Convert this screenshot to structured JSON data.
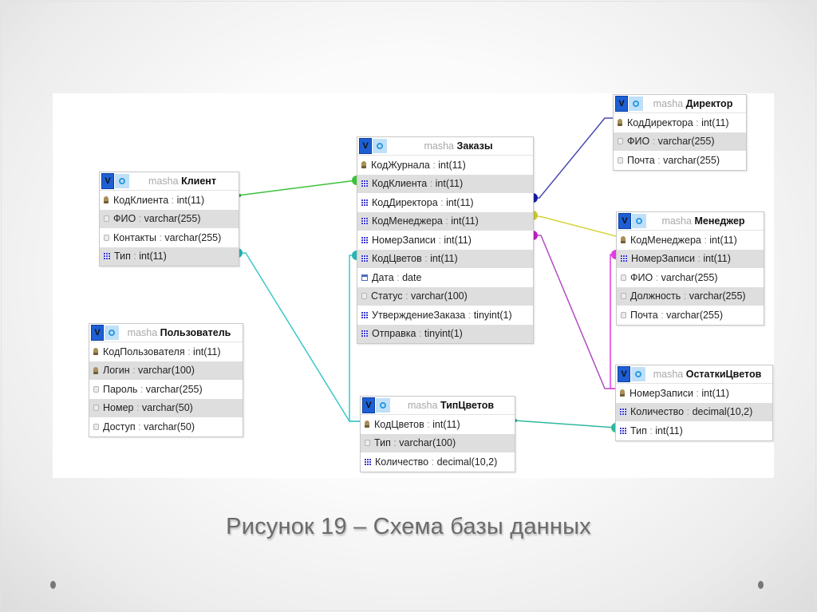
{
  "slide": {
    "caption": "Рисунок 19 – Схема базы данных"
  },
  "diagram": {
    "database": "masha",
    "tables": {
      "klient": {
        "name": "Клиент",
        "columns": [
          {
            "label": "КодКлиента",
            "type": "int(11)",
            "icon": "key"
          },
          {
            "label": "ФИО",
            "type": "varchar(255)",
            "icon": "text"
          },
          {
            "label": "Контакты",
            "type": "varchar(255)",
            "icon": "text"
          },
          {
            "label": "Тип",
            "type": "int(11)",
            "icon": "numeric"
          }
        ]
      },
      "zakazy": {
        "name": "Заказы",
        "columns": [
          {
            "label": "КодЖурнала",
            "type": "int(11)",
            "icon": "key"
          },
          {
            "label": "КодКлиента",
            "type": "int(11)",
            "icon": "numeric"
          },
          {
            "label": "КодДиректора",
            "type": "int(11)",
            "icon": "numeric"
          },
          {
            "label": "КодМенеджера",
            "type": "int(11)",
            "icon": "numeric"
          },
          {
            "label": "НомерЗаписи",
            "type": "int(11)",
            "icon": "numeric"
          },
          {
            "label": "КодЦветов",
            "type": "int(11)",
            "icon": "numeric"
          },
          {
            "label": "Дата",
            "type": "date",
            "icon": "date"
          },
          {
            "label": "Статус",
            "type": "varchar(100)",
            "icon": "text"
          },
          {
            "label": "УтверждениеЗаказа",
            "type": "tinyint(1)",
            "icon": "numeric"
          },
          {
            "label": "Отправка",
            "type": "tinyint(1)",
            "icon": "numeric"
          }
        ]
      },
      "direktor": {
        "name": "Директор",
        "columns": [
          {
            "label": "КодДиректора",
            "type": "int(11)",
            "icon": "key"
          },
          {
            "label": "ФИО",
            "type": "varchar(255)",
            "icon": "text"
          },
          {
            "label": "Почта",
            "type": "varchar(255)",
            "icon": "text"
          }
        ]
      },
      "menedzher": {
        "name": "Менеджер",
        "columns": [
          {
            "label": "КодМенеджера",
            "type": "int(11)",
            "icon": "key"
          },
          {
            "label": "НомерЗаписи",
            "type": "int(11)",
            "icon": "numeric"
          },
          {
            "label": "ФИО",
            "type": "varchar(255)",
            "icon": "text"
          },
          {
            "label": "Должность",
            "type": "varchar(255)",
            "icon": "text"
          },
          {
            "label": "Почта",
            "type": "varchar(255)",
            "icon": "text"
          }
        ]
      },
      "polzovatel": {
        "name": "Пользователь",
        "columns": [
          {
            "label": "КодПользователя",
            "type": "int(11)",
            "icon": "key"
          },
          {
            "label": "Логин",
            "type": "varchar(100)",
            "icon": "key"
          },
          {
            "label": "Пароль",
            "type": "varchar(255)",
            "icon": "text"
          },
          {
            "label": "Номер",
            "type": "varchar(50)",
            "icon": "text"
          },
          {
            "label": "Доступ",
            "type": "varchar(50)",
            "icon": "text"
          }
        ]
      },
      "tiptsvetov": {
        "name": "ТипЦветов",
        "columns": [
          {
            "label": "КодЦветов",
            "type": "int(11)",
            "icon": "key"
          },
          {
            "label": "Тип",
            "type": "varchar(100)",
            "icon": "text"
          },
          {
            "label": "Количество",
            "type": "decimal(10,2)",
            "icon": "numeric"
          }
        ]
      },
      "ostatki": {
        "name": "ОстаткиЦветов",
        "columns": [
          {
            "label": "НомерЗаписи",
            "type": "int(11)",
            "icon": "key"
          },
          {
            "label": "Количество",
            "type": "decimal(10,2)",
            "icon": "numeric"
          },
          {
            "label": "Тип",
            "type": "int(11)",
            "icon": "numeric"
          }
        ]
      }
    },
    "relations": [
      {
        "from": "Клиент.КодКлиента",
        "to": "Заказы.КодКлиента",
        "color": "#3cc23c"
      },
      {
        "from": "Директор.КодДиректора",
        "to": "Заказы.КодДиректора",
        "color": "#4b4bb0"
      },
      {
        "from": "Менеджер.КодМенеджера",
        "to": "Заказы.КодМенеджера",
        "color": "#d4d43a"
      },
      {
        "from": "Менеджер.НомерЗаписи",
        "to": "ОстаткиЦветов.НомерЗаписи",
        "color": "#e03ce0"
      },
      {
        "from": "Заказы.НомерЗаписи",
        "to": "ОстаткиЦветов.НомерЗаписи",
        "color": "#b04cc0"
      },
      {
        "from": "ТипЦветов.КодЦветов",
        "to": "Клиент.Тип",
        "color": "#3cc8c8"
      },
      {
        "from": "ТипЦветов.КодЦветов",
        "to": "Заказы.КодЦветов",
        "color": "#3cc8c8"
      },
      {
        "from": "ТипЦветов.КодЦветов",
        "to": "ОстаткиЦветов.Тип",
        "color": "#2fb8a0"
      }
    ],
    "ui": {
      "toggle_label": "V"
    }
  }
}
